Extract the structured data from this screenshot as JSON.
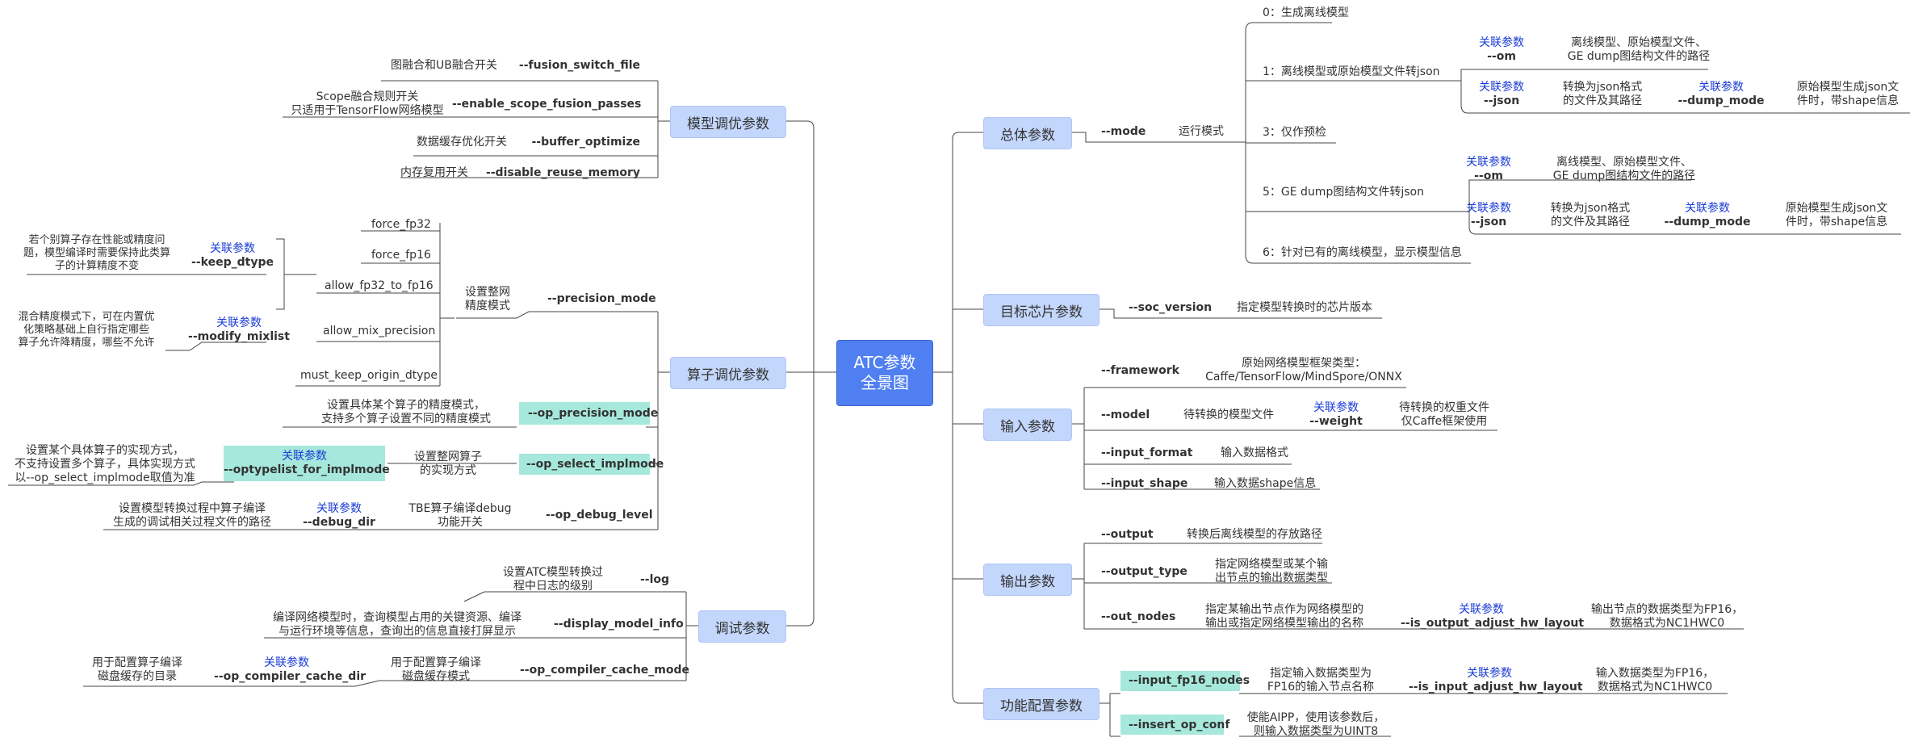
{
  "root": "ATC参数\n全景图",
  "assoc": "关联参数",
  "right": {
    "general": {
      "title": "总体参数",
      "mode": "--mode",
      "mode_desc": "运行模式",
      "items": [
        "0：生成离线模型",
        "1：离线模型或原始模型文件转json",
        "3：仅作预检",
        "5：GE dump图结构文件转json",
        "6：针对已有的离线模型，显示模型信息"
      ],
      "om": "--om",
      "om_desc": "离线模型、原始模型文件、\nGE dump图结构文件的路径",
      "json": "--json",
      "json_desc": "转换为json格式\n的文件及其路径",
      "dump": "--dump_mode",
      "dump_desc": "原始模型生成json文\n件时，带shape信息"
    },
    "soc": {
      "title": "目标芯片参数",
      "param": "--soc_version",
      "desc": "指定模型转换时的芯片版本"
    },
    "input": {
      "title": "输入参数",
      "framework": "--framework",
      "framework_desc": "原始网络模型框架类型：\nCaffe/TensorFlow/MindSpore/ONNX",
      "model": "--model",
      "model_desc": "待转换的模型文件",
      "weight": "--weight",
      "weight_desc": "待转换的权重文件\n仅Caffe框架使用",
      "format": "--input_format",
      "format_desc": "输入数据格式",
      "shape": "--input_shape",
      "shape_desc": "输入数据shape信息"
    },
    "output": {
      "title": "输出参数",
      "output": "--output",
      "output_desc": "转换后离线模型的存放路径",
      "type": "--output_type",
      "type_desc": "指定网络模型或某个输\n出节点的输出数据类型",
      "nodes": "--out_nodes",
      "nodes_desc": "指定某输出节点作为网络模型的\n输出或指定网络模型输出的名称",
      "adjust": "--is_output_adjust_hw_layout",
      "adjust_desc": "输出节点的数据类型为FP16，\n数据格式为NC1HWC0"
    },
    "func": {
      "title": "功能配置参数",
      "fp16": "--input_fp16_nodes",
      "fp16_desc": "指定输入数据类型为\nFP16的输入节点名称",
      "adjust": "--is_input_adjust_hw_layout",
      "adjust_desc": "输入数据类型为FP16，\n数据格式为NC1HWC0",
      "aipp": "--insert_op_conf",
      "aipp_desc": "使能AIPP，使用该参数后，\n则输入数据类型为UINT8"
    }
  },
  "left": {
    "model_tune": {
      "title": "模型调优参数",
      "items": [
        {
          "p": "--fusion_switch_file",
          "d": "图融合和UB融合开关"
        },
        {
          "p": "--enable_scope_fusion_passes",
          "d": "Scope融合规则开关\n只适用于TensorFlow网络模型"
        },
        {
          "p": "--buffer_optimize",
          "d": "数据缓存优化开关"
        },
        {
          "p": "--disable_reuse_memory",
          "d": "内存复用开关"
        }
      ]
    },
    "op_tune": {
      "title": "算子调优参数",
      "precision": "--precision_mode",
      "precision_desc": "设置整网\n精度模式",
      "modes": [
        "force_fp32",
        "force_fp16",
        "allow_fp32_to_fp16",
        "allow_mix_precision",
        "must_keep_origin_dtype"
      ],
      "keep": "--keep_dtype",
      "keep_desc": "若个别算子存在性能或精度问\n题，模型编译时需要保持此类算\n子的计算精度不变",
      "mix": "--modify_mixlist",
      "mix_desc": "混合精度模式下，可在内置优\n化策略基础上自行指定哪些\n算子允许降精度，哪些不允许",
      "op_precision": "--op_precision_mode",
      "op_precision_desc": "设置具体某个算子的精度模式，\n支持多个算子设置不同的精度模式",
      "impl": "--op_select_implmode",
      "impl_desc": "设置整网算子\n的实现方式",
      "typelist": "--optypelist_for_implmode",
      "typelist_desc": "设置某个具体算子的实现方式，\n不支持设置多个算子，具体实现方式\n以--op_select_implmode取值为准",
      "debug": "--op_debug_level",
      "debug_desc": "TBE算子编译debug\n功能开关",
      "debug_dir": "--debug_dir",
      "debug_dir_desc": "设置模型转换过程中算子编译\n生成的调试相关过程文件的路径"
    },
    "debug": {
      "title": "调试参数",
      "log": "--log",
      "log_desc": "设置ATC模型转换过\n程中日志的级别",
      "display": "--display_model_info",
      "display_desc": "编译网络模型时，查询模型占用的关键资源、编译\n与运行环境等信息，查询出的信息直接打屏显示",
      "cache_mode": "--op_compiler_cache_mode",
      "cache_mode_desc": "用于配置算子编译\n磁盘缓存模式",
      "cache_dir": "--op_compiler_cache_dir",
      "cache_dir_desc": "用于配置算子编译\n磁盘缓存的目录"
    }
  }
}
